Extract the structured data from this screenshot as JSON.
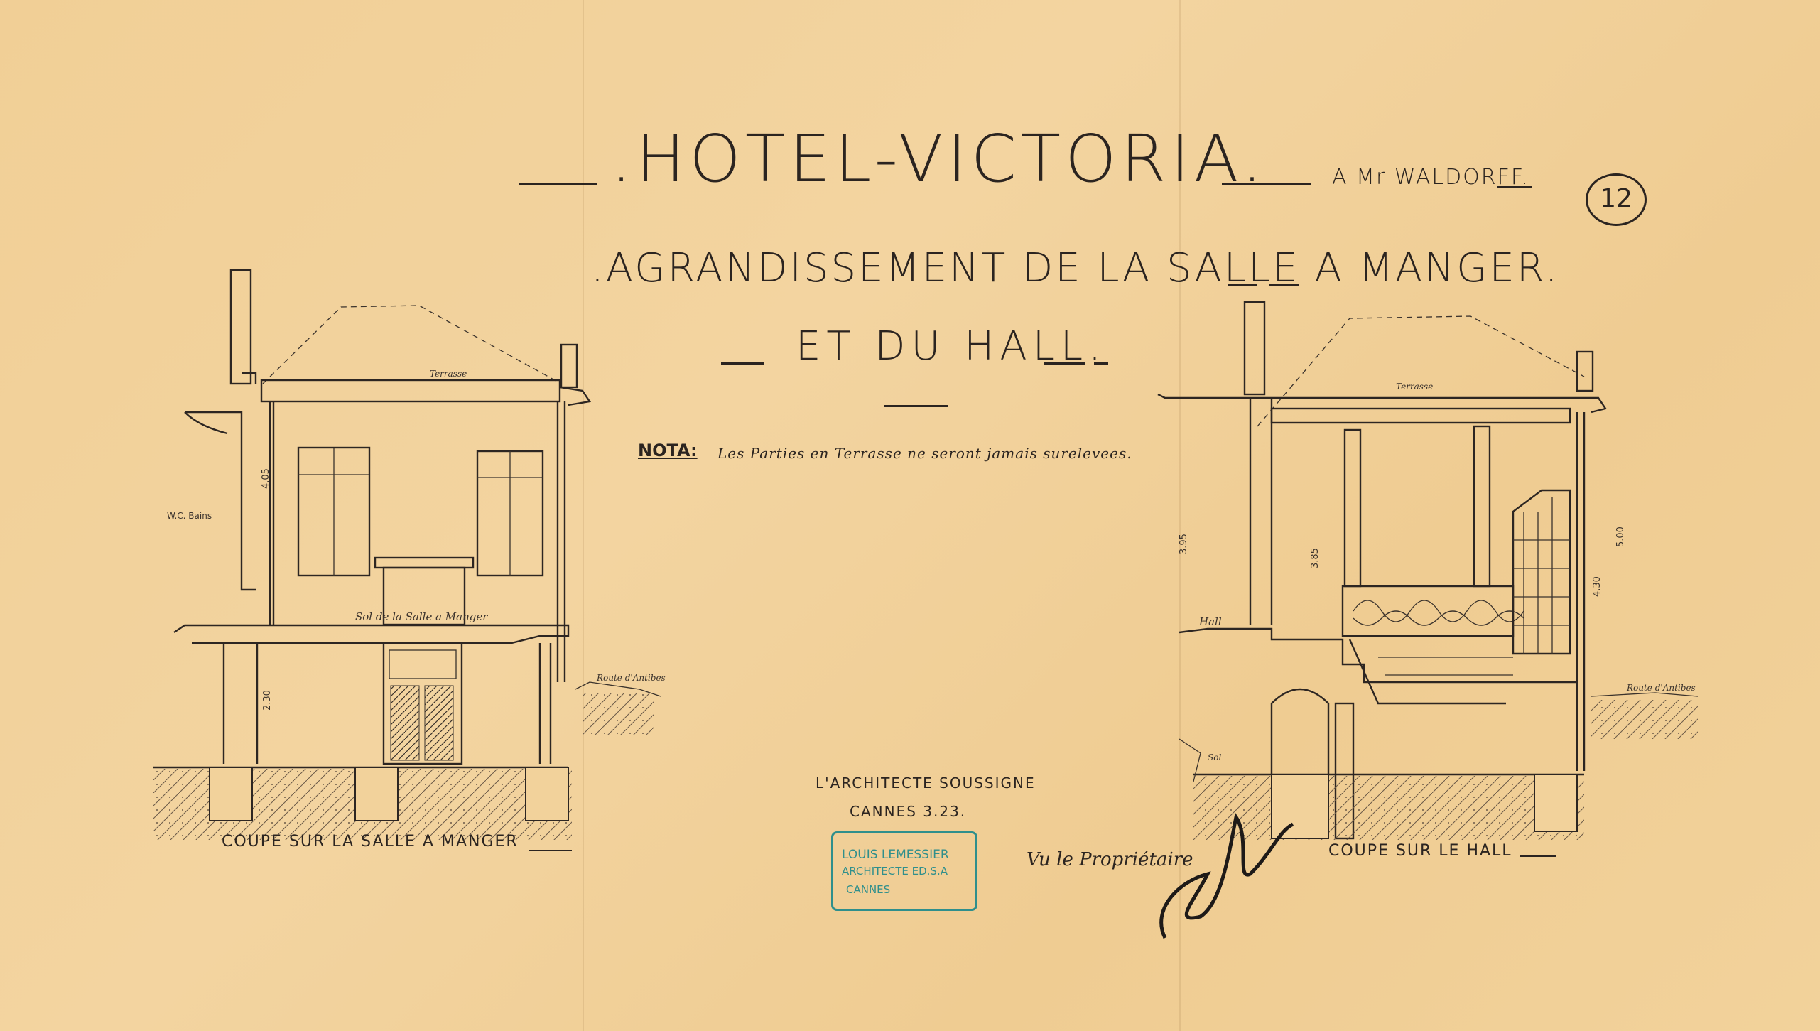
{
  "header": {
    "hotel_title": ".HOTEL-VICTORIA.",
    "client": "A Mr WALDORFF.",
    "sheet_number": "12",
    "subtitle_line1": ".AGRANDISSEMENT DE LA SALLE A MANGER.",
    "subtitle_line2": "ET DU HALL."
  },
  "note": {
    "label": "NOTA:",
    "text": "Les Parties en Terrasse ne seront jamais surelevees."
  },
  "left_section": {
    "caption": "COUPE SUR LA SALLE A MANGER",
    "floor_label": "Sol de la Salle a Manger",
    "terrace_label": "Terrasse",
    "wc_label": "W.C. Bains",
    "dim_height": "4.05",
    "dim_lower": "2.30",
    "street_label": "Route d'Antibes"
  },
  "right_section": {
    "caption": "COUPE SUR LE HALL",
    "hall_label": "Hall",
    "terrace_label": "Terrasse",
    "dim_left": "3.95",
    "dim_center": "3.85",
    "dim_right": "4.30",
    "dim_right2": "5.00",
    "street_label": "Route d'Antibes",
    "sol_label": "Sol"
  },
  "architect": {
    "line1": "L'ARCHITECTE SOUSSIGNE",
    "line2": "CANNES 3.23."
  },
  "stamp": {
    "line1": "LOUIS LEMESSIER",
    "line2": "ARCHITECTE ED.S.A",
    "line3": "CANNES"
  },
  "owner": {
    "text": "Vu le Propriétaire"
  },
  "colors": {
    "paper": "#f2d29b",
    "ink": "#2d2622",
    "stamp": "#2f8f8c"
  }
}
